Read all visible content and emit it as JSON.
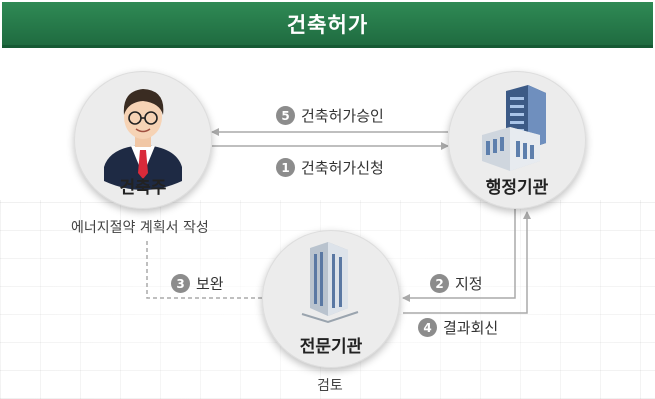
{
  "header": {
    "title": "건축허가"
  },
  "nodes": {
    "owner": {
      "label": "건축주",
      "note": "에너지절약 계획서 작성"
    },
    "agency": {
      "label": "행정기관"
    },
    "expert": {
      "label": "전문기관",
      "note": "검토"
    }
  },
  "steps": {
    "s1": {
      "num": "1",
      "label": "건축허가신청"
    },
    "s2": {
      "num": "2",
      "label": "지정"
    },
    "s3": {
      "num": "3",
      "label": "보완"
    },
    "s4": {
      "num": "4",
      "label": "결과회신"
    },
    "s5": {
      "num": "5",
      "label": "건축허가승인"
    }
  },
  "colors": {
    "header": "#1f6b40",
    "badge": "#8c8c8c",
    "arrow": "#aaaaaa",
    "tie": "#d92a3a",
    "suit": "#1e2a44"
  }
}
